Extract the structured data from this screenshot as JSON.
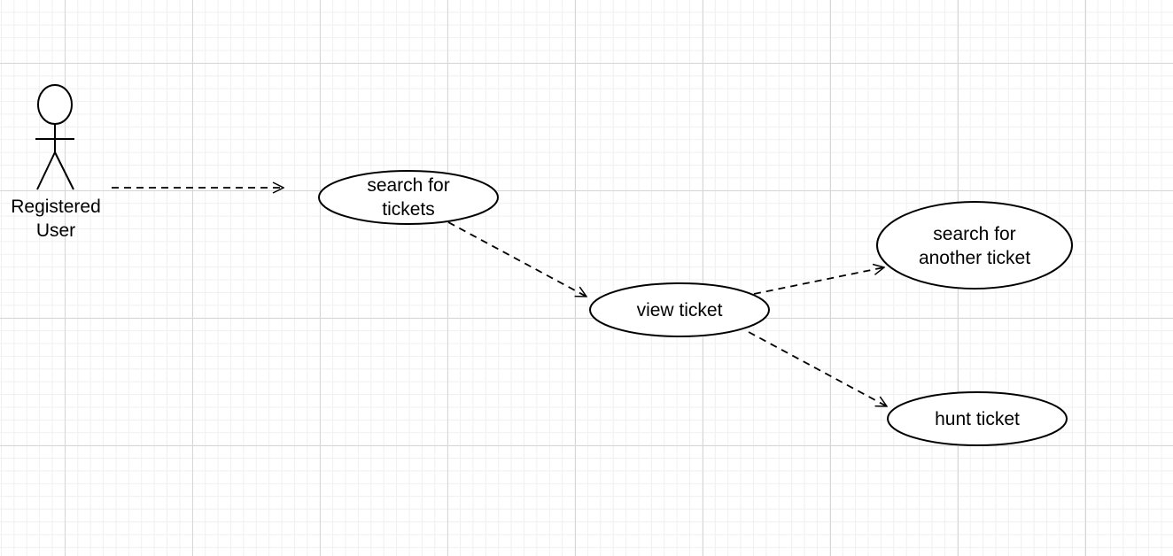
{
  "actor": {
    "name": "Registered\nUser",
    "icon": "stick-figure-icon"
  },
  "use_cases": [
    {
      "id": "search",
      "label": "search for\ntickets"
    },
    {
      "id": "view",
      "label": "view ticket"
    },
    {
      "id": "another",
      "label": "search for\nanother ticket"
    },
    {
      "id": "hunt",
      "label": "hunt ticket"
    }
  ],
  "relationships": [
    {
      "from": "actor",
      "to": "search",
      "style": "dashed"
    },
    {
      "from": "search",
      "to": "view",
      "style": "dashed"
    },
    {
      "from": "view",
      "to": "another",
      "style": "dashed"
    },
    {
      "from": "view",
      "to": "hunt",
      "style": "dashed"
    }
  ],
  "colors": {
    "stroke": "#000000",
    "grid_major": "#d6d6d6",
    "grid_minor": "#f0f0f0",
    "background": "#ffffff"
  }
}
